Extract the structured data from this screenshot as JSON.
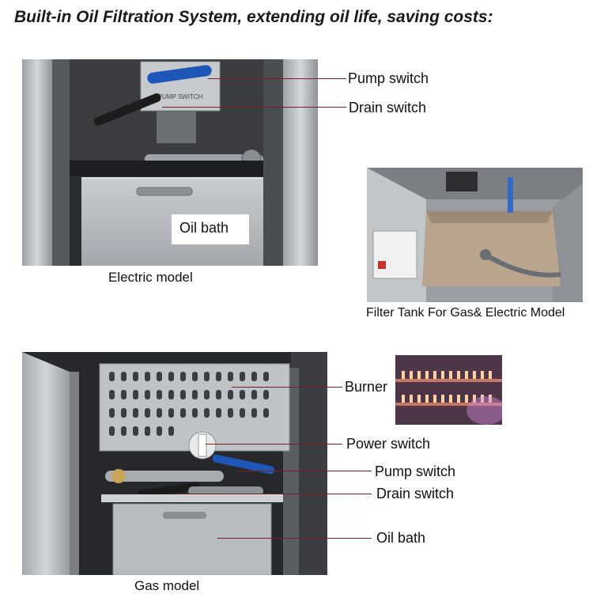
{
  "title": "Built-in Oil Filtration System, extending oil life, saving costs:",
  "electric": {
    "caption": "Electric model",
    "pump_label": "Pump switch",
    "drain_label": "Drain switch",
    "oil_bath_label": "Oil bath",
    "panel_text": "PUMP SWITCH"
  },
  "filter_tank": {
    "caption": "Filter Tank For Gas& Electric Model"
  },
  "gas": {
    "caption": "Gas model",
    "burner_label": "Burner",
    "power_label": "Power switch",
    "pump_label": "Pump switch",
    "drain_label": "Drain switch",
    "oil_bath_label": "Oil bath"
  },
  "colors": {
    "steel": "#b9bcc0",
    "dark_interior": "#2b2d30",
    "blue_handle": "#1f57b8",
    "line": "#7a1f1f"
  }
}
